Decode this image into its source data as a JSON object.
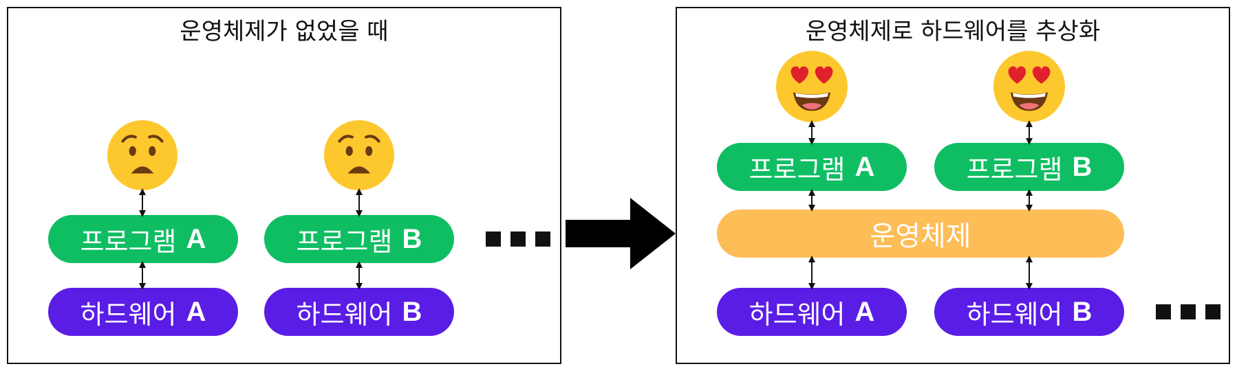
{
  "left_panel": {
    "title": "운영체제가 없었을 때",
    "programs": [
      {
        "label": "프로그램",
        "letter": "A"
      },
      {
        "label": "프로그램",
        "letter": "B"
      }
    ],
    "hardware": [
      {
        "label": "하드웨어",
        "letter": "A"
      },
      {
        "label": "하드웨어",
        "letter": "B"
      }
    ],
    "face_icon": "worried-face-icon"
  },
  "right_panel": {
    "title": "운영체제로 하드웨어를 추상화",
    "programs": [
      {
        "label": "프로그램",
        "letter": "A"
      },
      {
        "label": "프로그램",
        "letter": "B"
      }
    ],
    "os_label": "운영체제",
    "hardware": [
      {
        "label": "하드웨어",
        "letter": "A"
      },
      {
        "label": "하드웨어",
        "letter": "B"
      }
    ],
    "face_icon": "heart-eyes-face-icon"
  },
  "colors": {
    "program": "#0fbe63",
    "hardware": "#5a1de6",
    "os": "#fdbd57",
    "face": "#fdc72e"
  }
}
